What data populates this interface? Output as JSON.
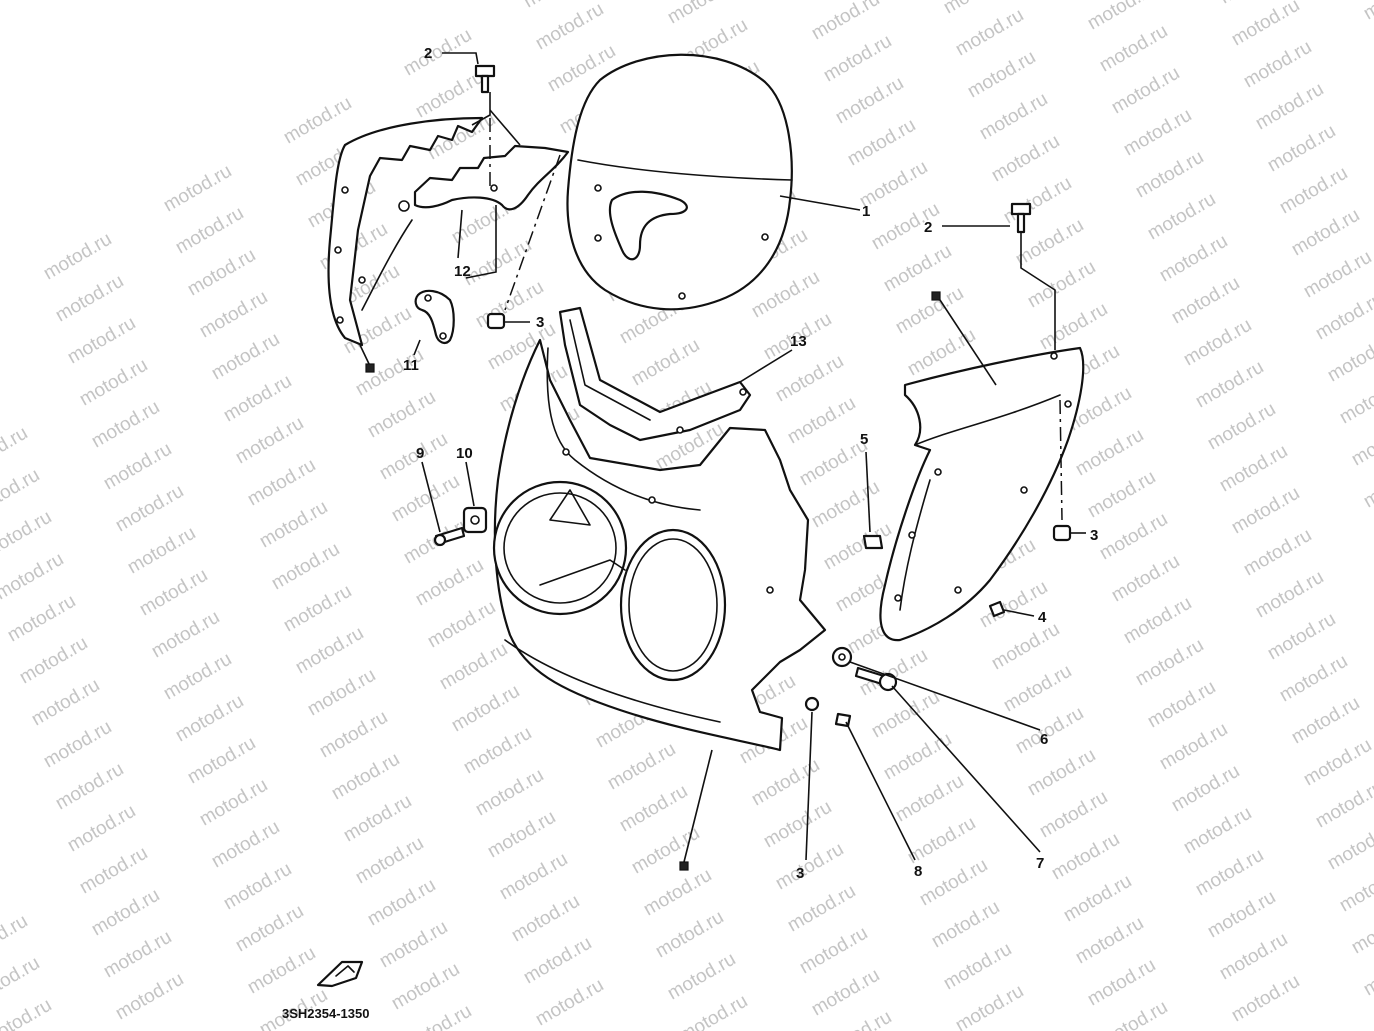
{
  "diagram": {
    "watermark": "motod.ru",
    "code": "3SH2354-1350",
    "callouts": [
      {
        "id": "c1",
        "label": "1"
      },
      {
        "id": "c2a",
        "label": "2"
      },
      {
        "id": "c2b",
        "label": "2"
      },
      {
        "id": "c3a",
        "label": "3"
      },
      {
        "id": "c3b",
        "label": "3"
      },
      {
        "id": "c3c",
        "label": "3"
      },
      {
        "id": "c4",
        "label": "4"
      },
      {
        "id": "c5",
        "label": "5"
      },
      {
        "id": "c6",
        "label": "6"
      },
      {
        "id": "c7",
        "label": "7"
      },
      {
        "id": "c8",
        "label": "8"
      },
      {
        "id": "c9",
        "label": "9"
      },
      {
        "id": "c10",
        "label": "10"
      },
      {
        "id": "c11",
        "label": "11"
      },
      {
        "id": "c12",
        "label": "12"
      },
      {
        "id": "c13",
        "label": "13"
      }
    ]
  }
}
